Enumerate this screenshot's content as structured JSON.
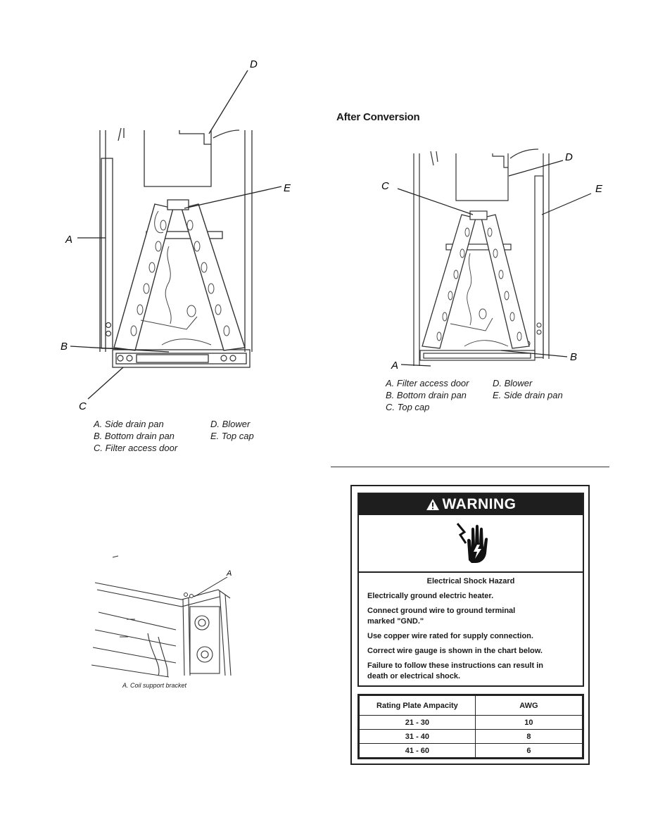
{
  "figure1": {
    "callouts": [
      "A",
      "B",
      "C",
      "D",
      "E"
    ],
    "legend": {
      "col1": [
        "A. Side drain pan",
        "B. Bottom drain pan",
        "C. Filter access door"
      ],
      "col2": [
        "D. Blower",
        "E. Top cap"
      ]
    }
  },
  "figure2": {
    "heading": "After Conversion",
    "callouts": [
      "A",
      "B",
      "C",
      "D",
      "E"
    ],
    "legend": {
      "col1": [
        "A. Filter access door",
        "B. Bottom drain pan",
        "C. Top cap"
      ],
      "col2": [
        "D. Blower",
        "E. Side drain pan"
      ]
    }
  },
  "figure3": {
    "callout": "A",
    "caption": "A. Coil support bracket"
  },
  "warning": {
    "header": "WARNING",
    "icon": "electric-shock-hand-icon",
    "title": "Electrical Shock Hazard",
    "lines": [
      "Electrically ground electric heater.",
      "Connect ground wire to ground terminal",
      "marked \"GND.\"",
      "Use copper wire rated for supply connection.",
      "Correct wire gauge is shown in the chart below.",
      "Failure to follow these instructions can result in",
      "death or electrical shock."
    ],
    "table": {
      "headers": [
        "Rating Plate Ampacity",
        "AWG"
      ],
      "rows": [
        [
          "21 - 30",
          "10"
        ],
        [
          "31 - 40",
          "8"
        ],
        [
          "41 - 60",
          "6"
        ]
      ]
    }
  }
}
